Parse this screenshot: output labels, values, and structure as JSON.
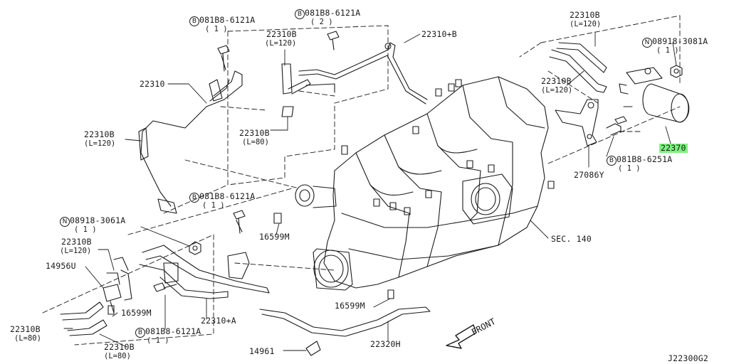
{
  "diagram": {
    "labels": {
      "bolt_top_left": "081B8-6121A",
      "bolt_top_left_qty": "( 1 )",
      "bolt_top_mid": "081B8-6121A",
      "bolt_top_mid_qty": "( 2 )",
      "hose_22310b_top": "22310B",
      "hose_22310b_top_len": "(L=120)",
      "p_22310_plus_b": "22310+B",
      "p_22310": "22310",
      "hose_22310b_left": "22310B",
      "hose_22310b_left_len": "(L=120)",
      "hose_22310b_mid": "22310B",
      "hose_22310b_mid_len": "(L=80)",
      "hose_22310b_right_top": "22310B",
      "hose_22310b_right_top_len": "(L=120)",
      "hose_22310b_right": "22310B",
      "hose_22310b_right_len": "(L=120)",
      "nut_right": "08918-3081A",
      "nut_right_qty": "( 1 )",
      "part_22370": "22370",
      "bolt_right": "081B8-6251A",
      "bolt_right_qty": "( 1 )",
      "bracket_27086y": "27086Y",
      "bolt_center": "081B8-6121A",
      "bolt_center_qty": "( 1 )",
      "p_16599m_center": "16599M",
      "sec_140": "SEC. 140",
      "nut_left": "08918-3061A",
      "nut_left_qty": "( 1 )",
      "hose_22310b_lower": "22310B",
      "hose_22310b_lower_len": "(L=120)",
      "p_14956u": "14956U",
      "p_16599m_left": "16599M",
      "p_22310_plus_a": "22310+A",
      "p_16599m_bottom": "16599M",
      "p_22320h": "22320H",
      "hose_22310b_bl1": "22310B",
      "hose_22310b_bl1_len": "(L=80)",
      "hose_22310b_bl2": "22310B",
      "hose_22310b_bl2_len": "(L=80)",
      "bolt_bottom": "081B8-6121A",
      "bolt_bottom_qty": "( 1 )",
      "p_14961": "14961",
      "front": "FRONT",
      "diagram_code": "J22300G2"
    },
    "circle_markers": {
      "bolt": "B",
      "nut": "N"
    },
    "highlight": {
      "part": "22370",
      "color": "#7cf27c"
    }
  }
}
